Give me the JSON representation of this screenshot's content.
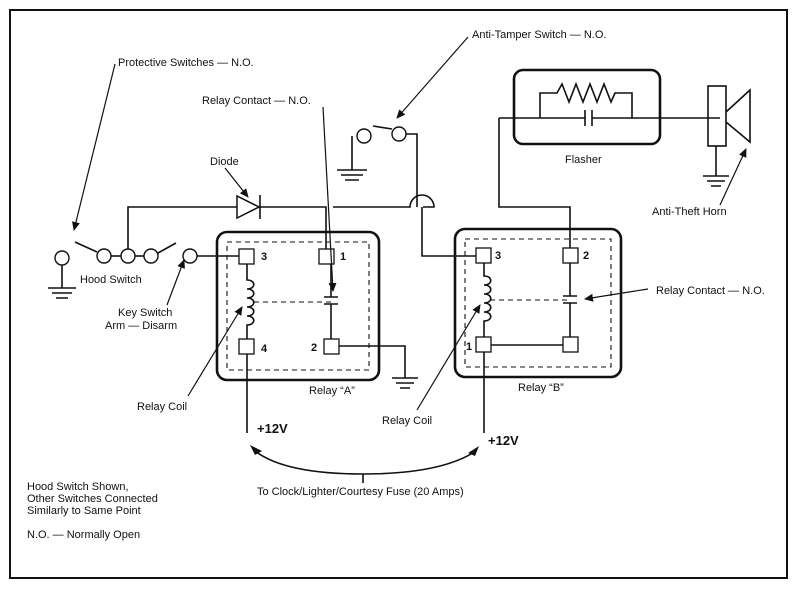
{
  "labels": {
    "protective_switches": "Protective Switches — N.O.",
    "relay_contact_top": "Relay Contact — N.O.",
    "anti_tamper_switch": "Anti-Tamper Switch — N.O.",
    "diode": "Diode",
    "flasher": "Flasher",
    "anti_theft_horn": "Anti-Theft Horn",
    "hood_switch": "Hood Switch",
    "key_switch_line1": "Key Switch",
    "key_switch_line2": "Arm — Disarm",
    "relay_contact_right": "Relay Contact — N.O.",
    "relay_coil_left": "Relay Coil",
    "relay_coil_right": "Relay Coil",
    "relay_a": "Relay “A”",
    "relay_b": "Relay “B”",
    "plus12v_left": "+12V",
    "plus12v_right": "+12V",
    "fuse": "To Clock/Lighter/Courtesy Fuse (20 Amps)",
    "note_line1": "Hood Switch Shown,",
    "note_line2": "Other Switches Connected",
    "note_line3": "Similarly to Same Point",
    "note_no": "N.O. — Normally Open"
  },
  "terminals": {
    "a_3": "3",
    "a_1": "1",
    "a_4": "4",
    "a_2": "2",
    "b_3": "3",
    "b_2": "2",
    "b_1": "1"
  }
}
